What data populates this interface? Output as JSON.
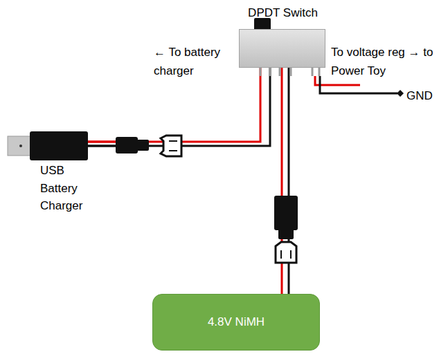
{
  "diagram": {
    "nodes": [
      {
        "text": [
          "DPDT Switch"
        ]
      },
      {
        "text": [
          "USB Battery Charger"
        ]
      },
      {
        "text": [
          "4.8V NiMH"
        ]
      }
    ],
    "edges": [
      {
        "from": 0,
        "to": 1,
        "arrow": "none"
      },
      {
        "from": 0,
        "to": 2,
        "arrow": "none"
      }
    ],
    "labels": [
      "← To battery charger",
      "To voltage reg → to Power Toy",
      "GND"
    ]
  }
}
